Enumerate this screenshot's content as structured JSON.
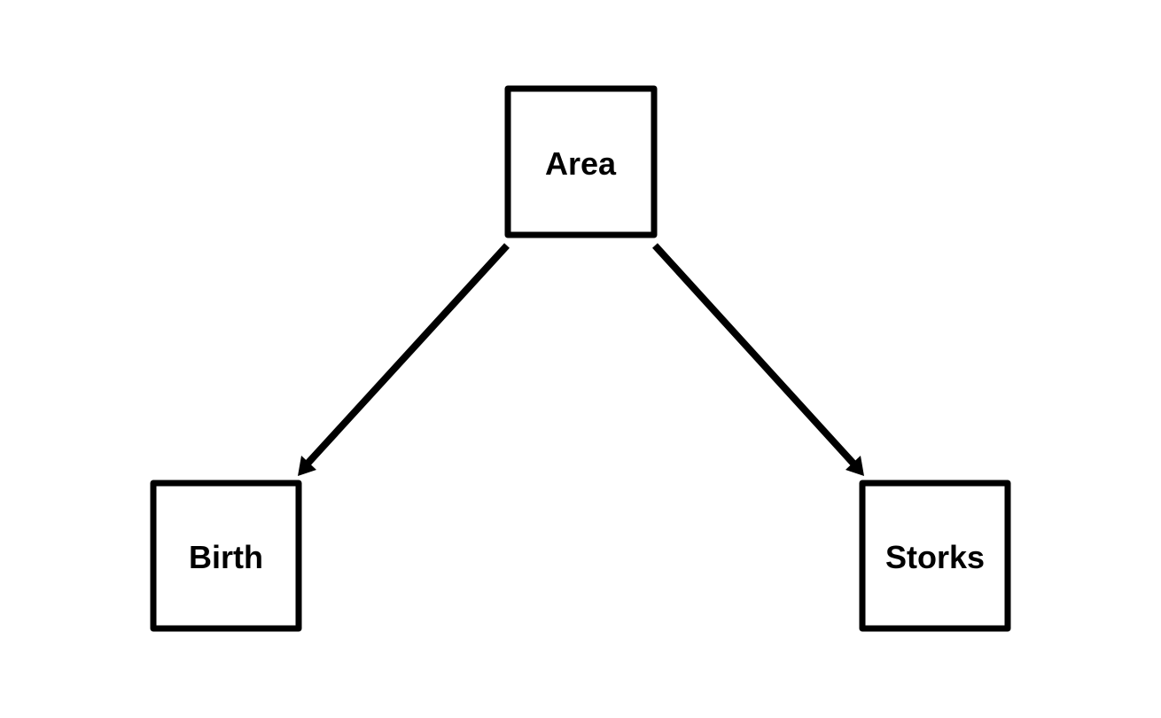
{
  "diagram": {
    "type": "directed-graph",
    "nodes": [
      {
        "id": "area",
        "label": "Area"
      },
      {
        "id": "birth",
        "label": "Birth"
      },
      {
        "id": "storks",
        "label": "Storks"
      }
    ],
    "edges": [
      {
        "from": "area",
        "to": "birth"
      },
      {
        "from": "area",
        "to": "storks"
      }
    ],
    "colors": {
      "line": "#000000",
      "background": "#ffffff"
    }
  }
}
